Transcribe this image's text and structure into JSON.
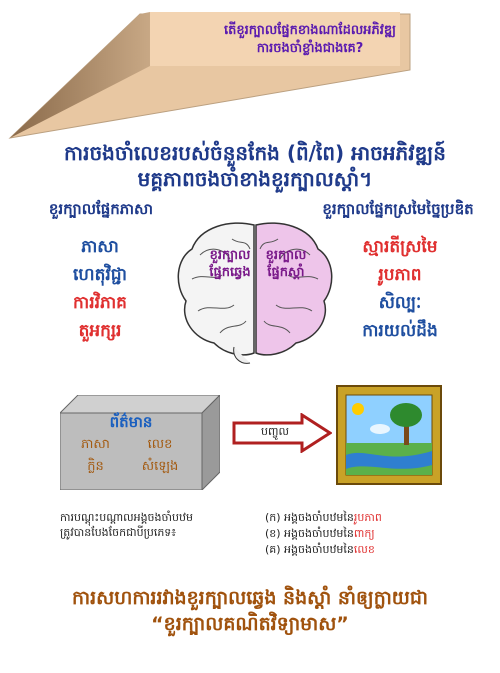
{
  "banner": {
    "line1": "តើខួរក្បាលផ្នែកខាងណាដែលអភិវឌ្ឍ",
    "line2": "ការចងចាំខ្លាំងជាងគេ?"
  },
  "headline": {
    "line1": "ការចងចាំលេខរបស់ចំនួនកែង (ពិ/ពៃ) អាចអភិវឌ្ឍន៍",
    "line2": "មគ្គភាពចងចាំខាងខួរក្បាលស្ដាំ។"
  },
  "left_column": {
    "title": "ខួរក្បាលផ្នែកភាសា",
    "items": [
      "ភាសា",
      "ហេតុវិជ្ជា",
      "ការវិភាគ",
      "តួអក្សរ"
    ]
  },
  "right_column": {
    "title": "ខួរក្បាលផ្នែកស្រមៃច្នៃប្រឌិត",
    "items": [
      "ស្មារតីស្រមៃ",
      "រូបភាព",
      "សិល្បៈ",
      "ការយល់ដឹង"
    ]
  },
  "brain": {
    "left_label": "ខួរក្បាលផ្នែកឆ្វេង",
    "right_label": "ខួរក្បាលផ្នែកស្ដាំ"
  },
  "info_box": {
    "title": "ព័ត៌មាន",
    "cells": [
      "ភាសា",
      "លេខ",
      "ក្លិន",
      "សំឡេង"
    ]
  },
  "arrow_label": "បញ្ចូល",
  "caption": {
    "line1": "ការបណ្ដុះបណ្ដាលអង្គចងចាំបឋម",
    "line2": "ត្រូវបានបែងចែកជាបីប្រភេទ៖"
  },
  "memory_types": [
    {
      "prefix": "(ក) អង្គចងចាំបឋមនៃ",
      "highlight": "រូបភាព"
    },
    {
      "prefix": "(ខ) អង្គចងចាំបឋមនៃ",
      "highlight": "ពាក្យ"
    },
    {
      "prefix": "(គ) អង្គចងចាំបឋមនៃ",
      "highlight": "លេខ"
    }
  ],
  "bottom": {
    "line1": "ការសហការរវាងខួរក្បាលឆ្វេង និងស្ដាំ នាំឲ្យក្លាយជា",
    "line2": "“ខួរក្បាលគណិតវិទ្យាមាស”"
  },
  "colors": {
    "headline": "#1f3a8a",
    "accent_red": "#e03030",
    "bottom": "#a0520d",
    "banner_text": "#5a1ab0"
  }
}
